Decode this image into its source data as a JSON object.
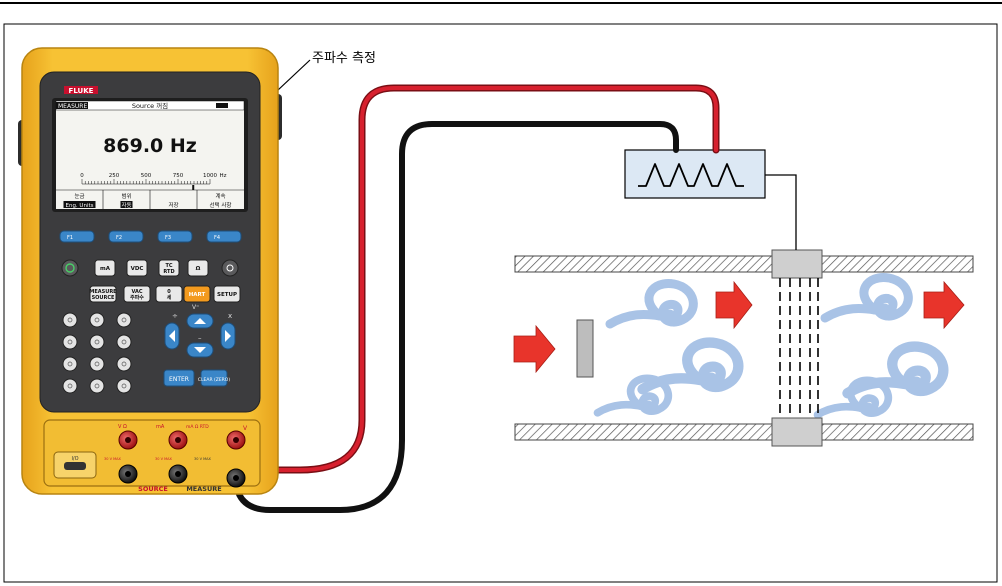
{
  "callout": {
    "label": "주파수 측정"
  },
  "colors": {
    "case_yellow": "#F5B829",
    "case_dark": "#3C3C3E",
    "lead_red": "#D7202E",
    "lead_black": "#1A1A1A",
    "water_blue": "#A9C3E6",
    "flow_arrow": "#E8342B",
    "sensor_box": "#DCE8F4"
  },
  "meter": {
    "brand": "FLUKE",
    "mode": "MEASURE",
    "source_status": "Source 꺼짐",
    "reading": "869.0 Hz",
    "scale": {
      "ticks": [
        "0",
        "250",
        "500",
        "750",
        "1000"
      ],
      "unit": "Hz",
      "needle_value": 869,
      "max": 1000
    },
    "softkeys": [
      {
        "top": "눈금",
        "bottom": "Eng. Units"
      },
      {
        "top": "범위",
        "bottom": "자동"
      },
      {
        "top": "",
        "bottom": "저장"
      },
      {
        "top": "계속",
        "bottom": "선택 사항"
      }
    ],
    "fkeys": [
      "F1",
      "F2",
      "F3",
      "F4"
    ],
    "row1": [
      "mA",
      "VDC",
      "TC RTD",
      "Ω"
    ],
    "row2": [
      "MEASURE SOURCE",
      "VAC 주파수",
      "0 세",
      "HART",
      "SETUP"
    ],
    "nav_labels": [
      "÷",
      "x",
      "V⁼",
      "–"
    ],
    "enter": "ENTER",
    "clear": "CLEAR (ZERO)",
    "terminals": {
      "source_vo": "V Ω",
      "source_ma": "mA",
      "source_rtd": "mA Ω RTD",
      "measure_v": "V",
      "source_label": "SOURCE",
      "measure_label": "MEASURE",
      "max1": "30 V MAX",
      "max2": "30 V MAX",
      "max3": "30 V MAX",
      "io": "I/O"
    }
  }
}
